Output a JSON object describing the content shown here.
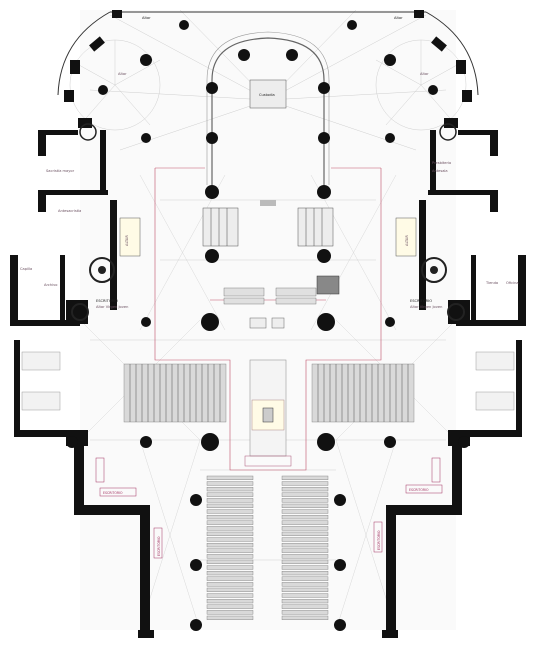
{
  "labels": {
    "top_left_corner": "Altar",
    "top_right_corner": "Altar",
    "left_chapel": "Altar",
    "right_chapel": "Altar",
    "choir": "Custodia",
    "left_side_1": "Sacristía mayor",
    "left_side_2": "Antesacristía",
    "right_side_1": "Presbiterio",
    "right_side_2": "Antesala",
    "left_corner": "Capilla",
    "left_corner_2": "Archivo",
    "right_corner": "Tienda",
    "right_corner_2": "Oficina",
    "left_lateral": "ALTAR",
    "right_lateral": "ALTAR",
    "left_confession": "ESCRITORIO",
    "left_confession_sub": "Altar Vírgen Joven",
    "right_confession": "ESCRITORIO",
    "right_confession_sub": "Altar Vírgen Joven",
    "left_booth": "ESCRITORIO",
    "right_booth": "ESCRITORIO",
    "left_nave_side": "ESCRITORIO",
    "right_nave_side": "ESCRITORIO"
  }
}
